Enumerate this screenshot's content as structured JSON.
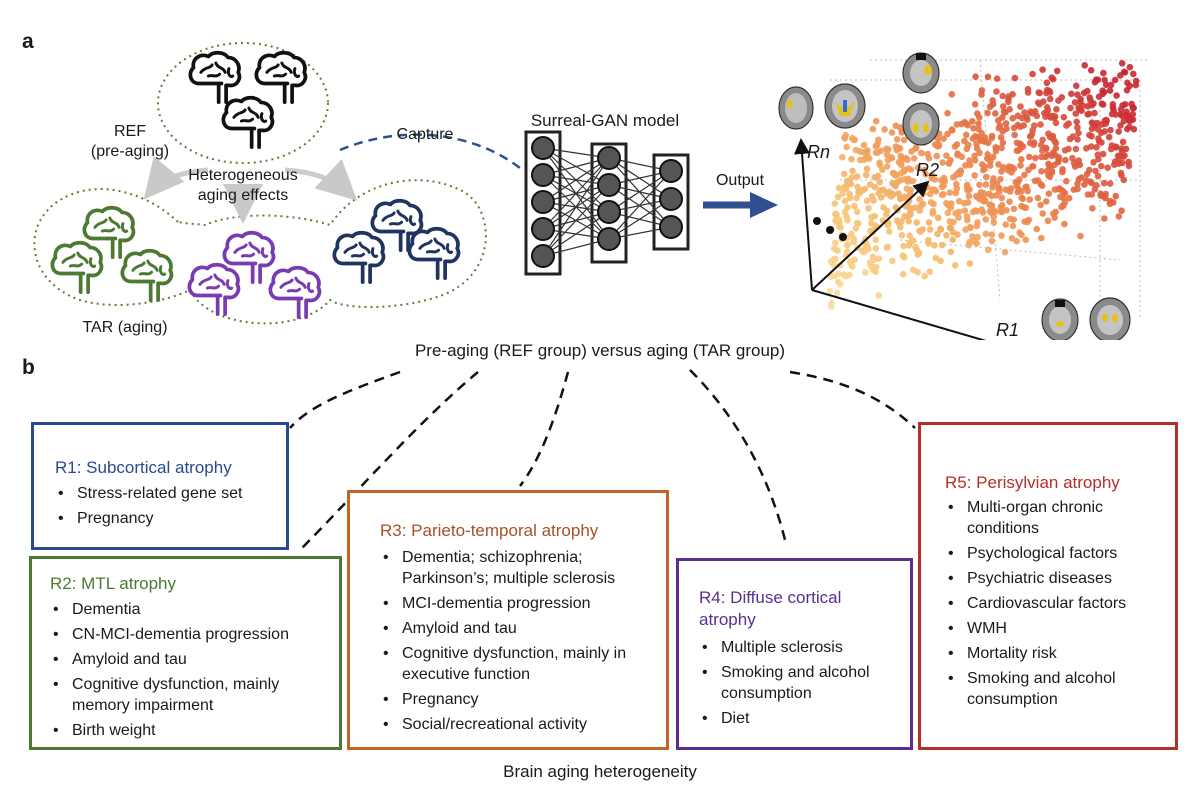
{
  "panel_a": {
    "letter": "a",
    "ref_label_line1": "REF",
    "ref_label_line2": "(pre-aging)",
    "hetero_line1": "Heterogeneous",
    "hetero_line2": "aging effects",
    "tar_label": "TAR (aging)",
    "capture_label": "Capture",
    "model_title": "Surreal-GAN model",
    "output_label": "Output",
    "axis_rn": "Rn",
    "axis_r2": "R2",
    "axis_r1": "R1"
  },
  "panel_b": {
    "letter": "b",
    "top_label": "Pre-aging (REF group) versus aging (TAR group)",
    "bottom_label": "Brain aging heterogeneity",
    "boxes": [
      {
        "title": "R1: Subcortical atrophy",
        "color": "#2a4a8f",
        "items": [
          "Stress-related gene set",
          "Pregnancy"
        ]
      },
      {
        "title": "R2: MTL atrophy",
        "color": "#4c7a32",
        "items": [
          "Dementia",
          "CN-MCI-dementia progression",
          "Amyloid and tau",
          "Cognitive dysfunction, mainly memory impairment",
          "Birth weight"
        ]
      },
      {
        "title": "R3: Parieto-temporal atrophy",
        "color": "#c0662a",
        "items": [
          "Dementia; schizophrenia; Parkinson’s; multiple sclerosis",
          "MCI-dementia progression",
          "Amyloid and tau",
          "Cognitive dysfunction, mainly in executive function",
          "Pregnancy",
          "Social/recreational activity"
        ]
      },
      {
        "title": "R4: Diffuse cortical atrophy",
        "color": "#5a2f8f",
        "items": [
          "Multiple sclerosis",
          "Smoking and alcohol consumption",
          "Diet"
        ]
      },
      {
        "title": "R5: Perisylvian atrophy",
        "color": "#b5302a",
        "items": [
          "Multi-organ chronic conditions",
          "Psychological factors",
          "Psychiatric diseases",
          "Cardiovascular factors",
          "WMH",
          "Mortality risk",
          "Smoking and alcohol consumption"
        ]
      }
    ]
  },
  "colors": {
    "ref_brain": "#111111",
    "green_brain": "#4c7a32",
    "purple_brain": "#7a3bb0",
    "navy_brain": "#1f3460",
    "dotted_outline": "#5d7d3a",
    "capture_dash": "#2f4f8f",
    "output_arrow": "#2f4f8f",
    "neuron": "#555555"
  }
}
